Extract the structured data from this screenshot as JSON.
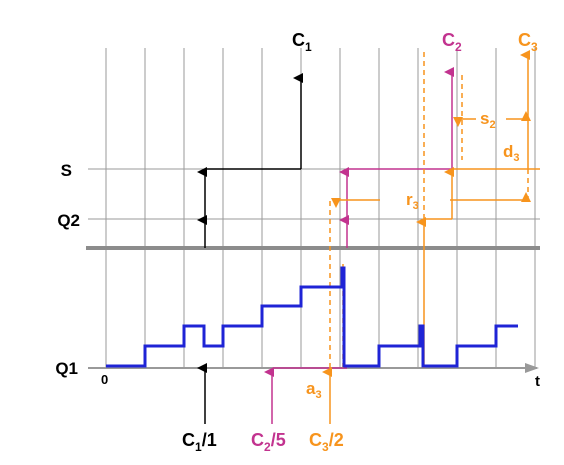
{
  "colors": {
    "grid": "#9a9a9a",
    "separator": "#8c8c8c",
    "axis": "#999999",
    "queue": "#1f24d6",
    "job1": "#000000",
    "job2": "#c2338f",
    "job3": "#f7941d"
  },
  "axis": {
    "origin": "0",
    "time": "t"
  },
  "levels": {
    "s": "S",
    "q2": "Q2",
    "q1": "Q1"
  },
  "jobs": {
    "c1": {
      "completion": "C",
      "completion_sub": "1",
      "arrival": "C",
      "arrival_sub": "1",
      "arrival_suffix": "/1"
    },
    "c2": {
      "completion": "C",
      "completion_sub": "2",
      "arrival": "C",
      "arrival_sub": "2",
      "arrival_suffix": "/5"
    },
    "c3": {
      "completion": "C",
      "completion_sub": "3",
      "arrival": "C",
      "arrival_sub": "3",
      "arrival_suffix": "/2"
    }
  },
  "intervals": {
    "a3": {
      "base": "a",
      "sub": "3"
    },
    "r3": {
      "base": "r",
      "sub": "3"
    },
    "s2": {
      "base": "s",
      "sub": "2"
    },
    "d3": {
      "base": "d",
      "sub": "3"
    }
  }
}
